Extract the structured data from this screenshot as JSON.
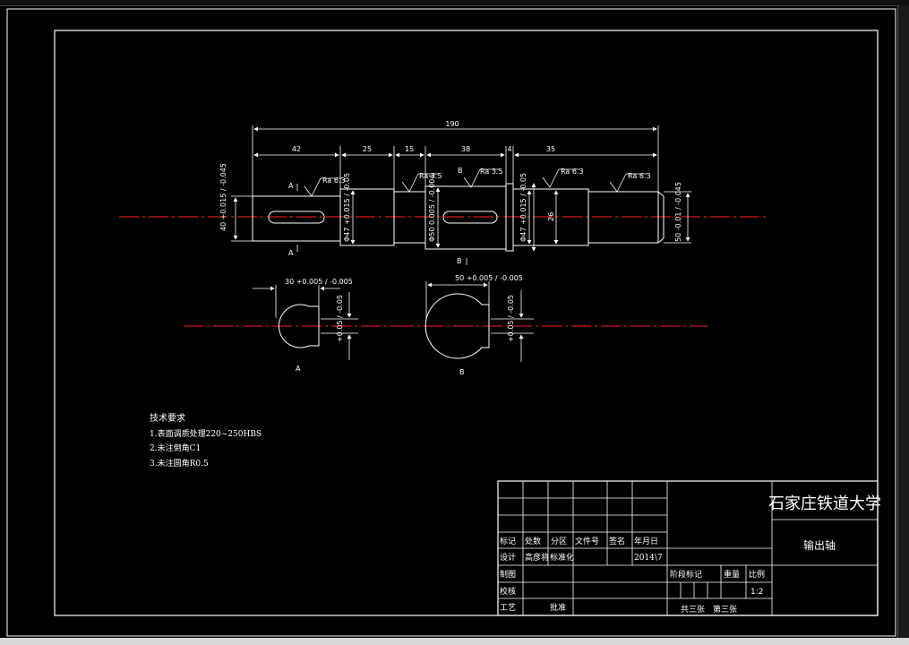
{
  "drawing": {
    "overall_length": "190",
    "segment_dims": [
      "42",
      "25",
      "15",
      "38",
      "4",
      "35"
    ],
    "roughness": [
      "Ra 6.3",
      "Ra 3.5",
      "Ra 3.5",
      "Ra 6.3",
      "Ra 6.3"
    ],
    "section_labels": {
      "a_top": "A",
      "a_bottom": "A",
      "b_top": "B",
      "b_bottom": "B"
    },
    "diameters": {
      "d1": "40 +0.015 / -0.045",
      "d2": "Φ47 +0.015 / -0.05",
      "d3": "Φ50 0.005 / -0.004",
      "d4": "Φ47 +0.015 / -0.05",
      "shoulder": "26",
      "d5": "50 -0.01 / -0.045"
    },
    "keyway_dims": {
      "a_width": "30 +0.005 / -0.005",
      "b_width": "50 +0.005 / -0.005",
      "a_depth": "+0.05 / -0.05",
      "b_depth": "+0.05 / -0.05"
    },
    "section_views": {
      "a": "A",
      "b": "B"
    }
  },
  "notes": {
    "title": "技术要求",
    "items": [
      "1.表面调质处理220~250HBS",
      "2.未注倒角C1",
      "3.未注圆角R0.5"
    ]
  },
  "title_block": {
    "school": "石家庄铁道大学",
    "part_name": "输出轴",
    "headers": [
      "标记",
      "处数",
      "分区",
      "文件号",
      "签名",
      "年月日"
    ],
    "design_label": "设计",
    "designer": "高彦将",
    "standardize_label": "标准化",
    "date": "2014\\7",
    "drawing_label": "制图",
    "check_label": "校核",
    "process_label": "工艺",
    "approve_label": "批准",
    "stage_label": "阶段标记",
    "weight_label": "重量",
    "scale_label": "比例",
    "scale_value": "1:2",
    "sheets_total": "共三张",
    "sheet_no": "第三张"
  }
}
